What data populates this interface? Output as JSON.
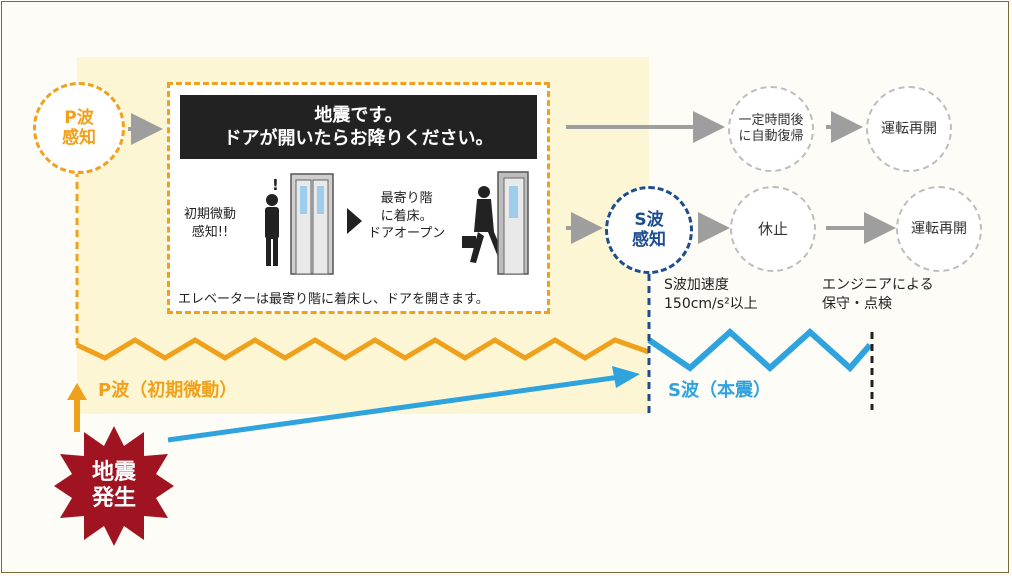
{
  "p_detect": {
    "line1": "P波",
    "line2": "感知"
  },
  "s_detect": {
    "line1": "S波",
    "line2": "感知"
  },
  "banner": {
    "line1": "地震です。",
    "line2": "ドアが開いたらお降りください。"
  },
  "initial_motion": {
    "line1": "初期微動",
    "line2": "感知!!"
  },
  "exclaim": "!",
  "nearest_floor": {
    "line1": "最寄り階",
    "line2": "に着床。",
    "line3": "ドアオープン"
  },
  "notice_caption": "エレベーターは最寄り階に着床し、ドアを開きます。",
  "auto_recover": {
    "line1": "一定時間後",
    "line2": "に自動復帰"
  },
  "resume_top": "運転再開",
  "pause": "休止",
  "resume_bottom": "運転再開",
  "s_accel": {
    "line1": "S波加速度",
    "line2": "150cm/s²以上"
  },
  "engineer": {
    "line1": "エンジニアによる",
    "line2": "保守・点検"
  },
  "p_wave_label": "P波（初期微動）",
  "s_wave_label": "S波（本震）",
  "quake": {
    "line1": "地震",
    "line2": "発生"
  },
  "colors": {
    "orange": "#f0a11c",
    "blue": "#2ea3de",
    "navy": "#1e4d8e",
    "red": "#a01421",
    "gray": "#9e9e9e"
  }
}
